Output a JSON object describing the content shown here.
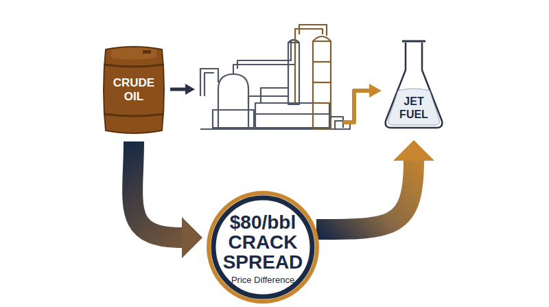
{
  "diagram": {
    "nodes": [
      {
        "text": [
          "CRUDE OIL"
        ]
      },
      {
        "text": [
          "JET FUEL"
        ]
      },
      {
        "text": [
          "$80/bbl CRACK SPREAD",
          "Price Difference"
        ]
      }
    ],
    "edges": [
      {
        "from": 0,
        "to": 2,
        "arrow": "to"
      },
      {
        "from": 2,
        "to": 1,
        "arrow": "to"
      }
    ]
  }
}
